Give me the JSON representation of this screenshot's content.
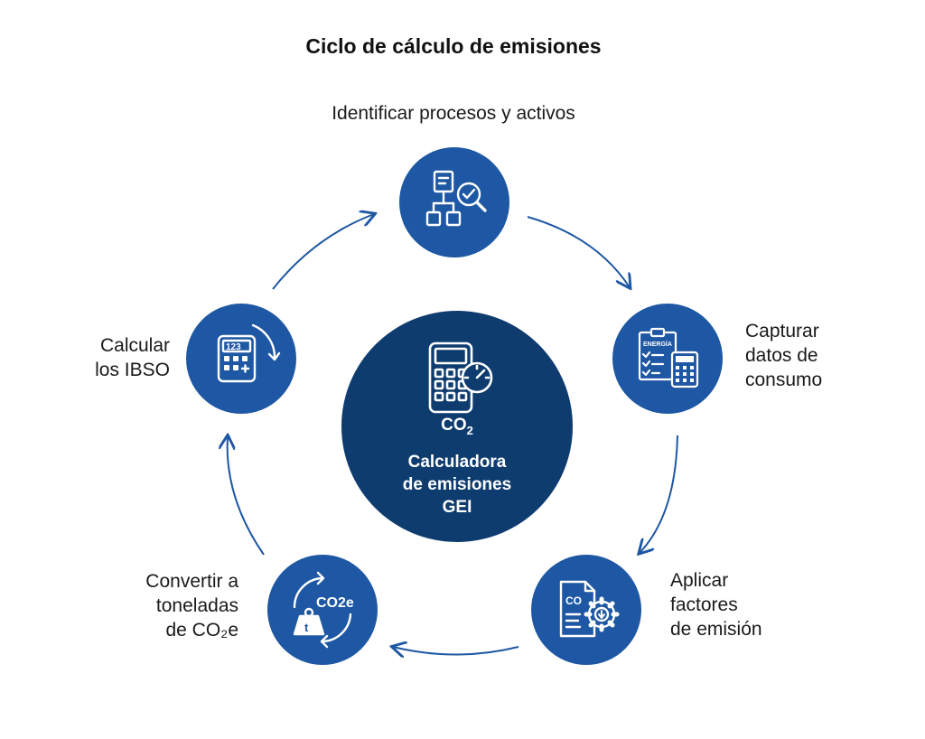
{
  "title": "Ciclo de cálculo de emisiones",
  "colors": {
    "node": "#1e57a3",
    "center": "#0f3c6f",
    "arrow": "#1e57a3",
    "icon": "#ffffff"
  },
  "center": {
    "icon": "calculator-gauge-icon",
    "formula": "CO",
    "formula_sub": "2",
    "lines": [
      "Calculadora",
      "de emisiones",
      "GEI"
    ]
  },
  "steps": [
    {
      "icon": "flowchart-search-icon",
      "lines": [
        "Identificar procesos y activos"
      ]
    },
    {
      "icon": "energy-checklist-calculator-icon",
      "badge": "ENERGÍA",
      "lines": [
        "Capturar",
        "datos de",
        "consumo"
      ]
    },
    {
      "icon": "co-document-gear-icon",
      "badge": "CO",
      "lines": [
        "Aplicar",
        "factores",
        "de emisión"
      ]
    },
    {
      "icon": "co2e-weight-cycle-icon",
      "badge": "CO2e",
      "weight_letter": "t",
      "lines": [
        "Convertir a",
        "toneladas",
        "de CO₂e"
      ]
    },
    {
      "icon": "calculator-cycle-icon",
      "badge": "123",
      "lines": [
        "Calcular",
        "los IBSO"
      ]
    }
  ]
}
